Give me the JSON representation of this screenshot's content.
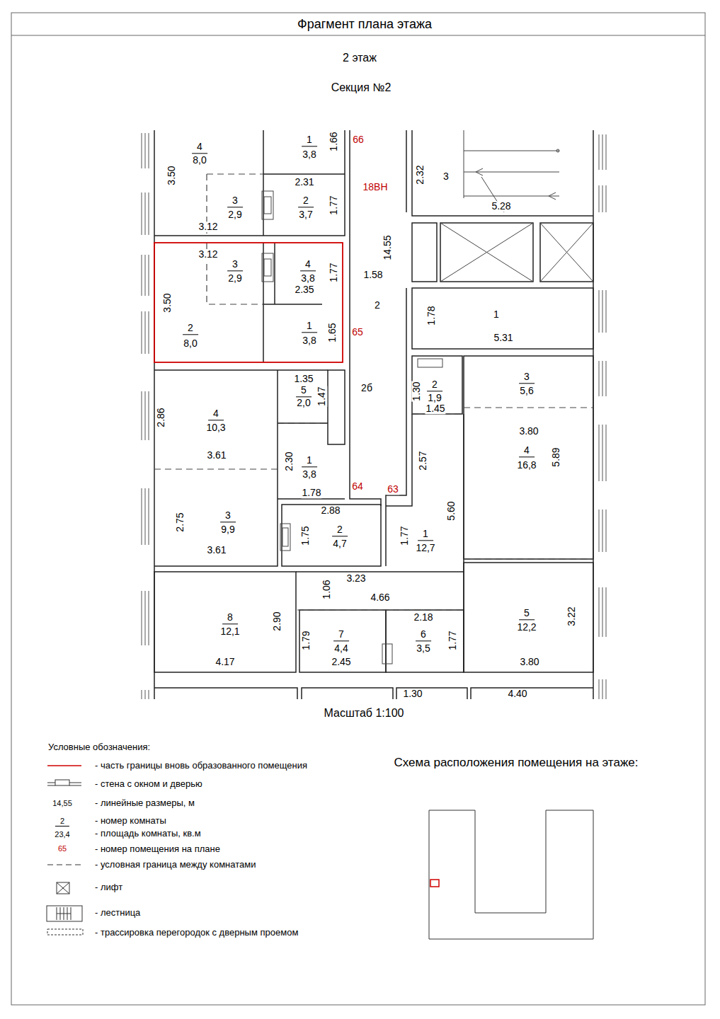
{
  "diagram": {
    "title": "Фрагмент плана этажа",
    "labels": [
      "2 этаж",
      "Секция №2",
      "4",
      "8,0",
      "3.50",
      "1",
      "3,8",
      "1.66",
      "66",
      "2.31",
      "18ВН",
      "2.32",
      "3",
      "5.28",
      "3",
      "2,9",
      "2",
      "3,7",
      "1.77",
      "3.12",
      "14.55",
      "3.12",
      "3",
      "2,9",
      "4",
      "3,8",
      "1.77",
      "2.35",
      "1.58",
      "3.50",
      "2",
      "1.78",
      "1",
      "5.31",
      "2",
      "8,0",
      "1",
      "3,8",
      "1.65",
      "65",
      "1.35",
      "5",
      "2,0",
      "1.47",
      "2б",
      "1.30",
      "2",
      "1,9",
      "1.45",
      "3",
      "5,6",
      "2.86",
      "4",
      "10,3",
      "3.80",
      "4",
      "16,8",
      "5.89",
      "3.61",
      "2.57",
      "2.30",
      "1",
      "3,8",
      "1.78",
      "64",
      "63",
      "2.88",
      "5.60",
      "2.75",
      "3",
      "9,9",
      "1.75",
      "2",
      "4,7",
      "1.77",
      "1",
      "12,7",
      "3.61",
      "3.23",
      "1.06",
      "4.66",
      "8",
      "12,1",
      "2.90",
      "5",
      "12,2",
      "3.22",
      "2.18",
      "6",
      "3,5",
      "1.77",
      "7",
      "4,4",
      "1.79",
      "2.45",
      "4.17",
      "3.80",
      "1.30",
      "4.40",
      "Масштаб 1:100",
      "Условные обозначения:",
      "14,55",
      "2",
      "23,4",
      "65",
      "Схема расположения помещения на этаже:"
    ],
    "legend": [
      {
        "text": "- часть границы вновь образованного помещения"
      },
      {
        "text": "- стена с окном и дверью"
      },
      {
        "text": "- линейные размеры, м"
      },
      {
        "text": "- номер комнаты"
      },
      {
        "text": "- площадь комнаты, кв.м"
      },
      {
        "text": "- номер помещения на плане"
      },
      {
        "text": "- условная граница между комнатами"
      },
      {
        "text": "- лифт"
      },
      {
        "text": "- лестница"
      },
      {
        "text": "- трассировка перегородок с дверным проемом"
      }
    ]
  }
}
